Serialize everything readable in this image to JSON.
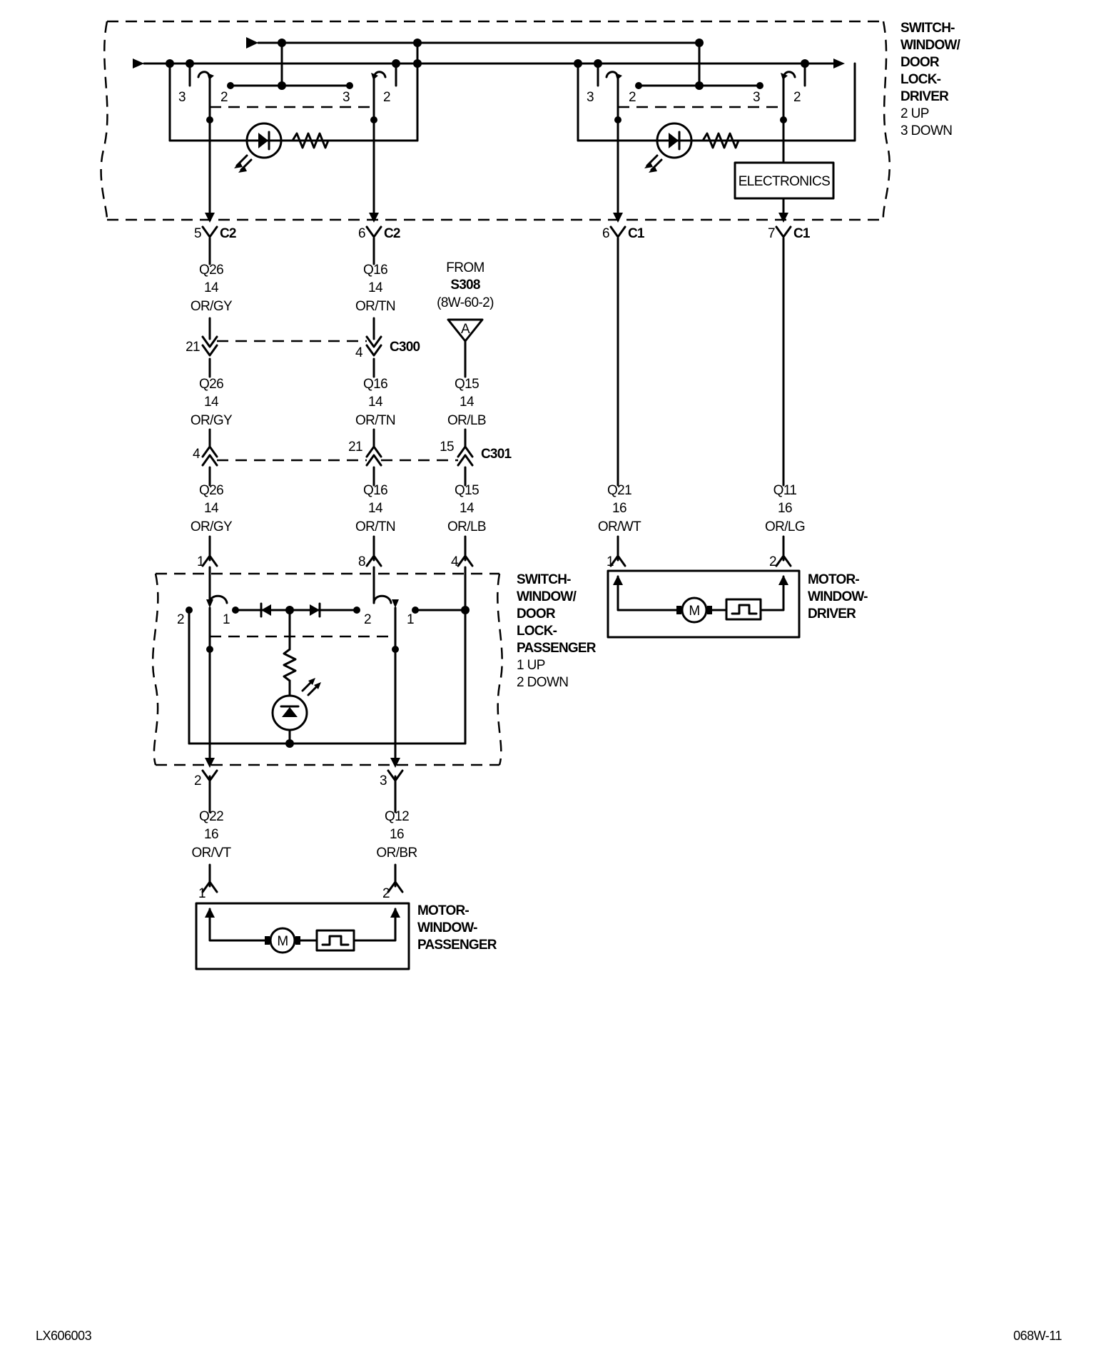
{
  "driver_switch": {
    "title_lines": [
      "SWITCH-",
      "WINDOW/",
      "DOOR",
      "LOCK-",
      "DRIVER"
    ],
    "mode_lines": [
      "2 UP",
      "3 DOWN"
    ],
    "electronics_label": "ELECTRONICS",
    "contact_3": "3",
    "contact_2": "2"
  },
  "passenger_switch": {
    "title_lines": [
      "SWITCH-",
      "WINDOW/",
      "DOOR",
      "LOCK-",
      "PASSENGER"
    ],
    "mode_lines": [
      "1 UP",
      "2 DOWN"
    ],
    "contact_1": "1",
    "contact_2": "2"
  },
  "motor_driver": {
    "title_lines": [
      "MOTOR-",
      "WINDOW-",
      "DRIVER"
    ],
    "motor_symbol": "M"
  },
  "motor_passenger": {
    "title_lines": [
      "MOTOR-",
      "WINDOW-",
      "PASSENGER"
    ],
    "motor_symbol": "M"
  },
  "from_splice": {
    "lines": [
      "FROM",
      "S308",
      "(8W-60-2)"
    ],
    "ref_letter": "A"
  },
  "connectors": {
    "c2_left": {
      "pin": "5",
      "name": "C2"
    },
    "c2_right": {
      "pin": "6",
      "name": "C2"
    },
    "c1_left": {
      "pin": "6",
      "name": "C1"
    },
    "c1_right": {
      "pin": "7",
      "name": "C1"
    },
    "c300": {
      "name": "C300",
      "pin_left": "21",
      "pin_right": "4"
    },
    "c301": {
      "name": "C301",
      "pin_left": "4",
      "pin_mid": "21",
      "pin_right": "15"
    },
    "pass_switch_in": [
      "1",
      "8",
      "4"
    ],
    "pass_switch_out": [
      "2",
      "3"
    ],
    "motor_driver_pins": [
      "1",
      "2"
    ],
    "motor_passenger_pins": [
      "1",
      "2"
    ]
  },
  "wires": {
    "q26_a": [
      "Q26",
      "14",
      "OR/GY"
    ],
    "q16_a": [
      "Q16",
      "14",
      "OR/TN"
    ],
    "q26_b": [
      "Q26",
      "14",
      "OR/GY"
    ],
    "q16_b": [
      "Q16",
      "14",
      "OR/TN"
    ],
    "q15_b": [
      "Q15",
      "14",
      "OR/LB"
    ],
    "q26_c": [
      "Q26",
      "14",
      "OR/GY"
    ],
    "q16_c": [
      "Q16",
      "14",
      "OR/TN"
    ],
    "q15_c": [
      "Q15",
      "14",
      "OR/LB"
    ],
    "q21": [
      "Q21",
      "16",
      "OR/WT"
    ],
    "q11": [
      "Q11",
      "16",
      "OR/LG"
    ],
    "q22": [
      "Q22",
      "16",
      "OR/VT"
    ],
    "q12": [
      "Q12",
      "16",
      "OR/BR"
    ]
  },
  "footer": {
    "left_code": "LX606003",
    "right_code": "068W-11"
  }
}
